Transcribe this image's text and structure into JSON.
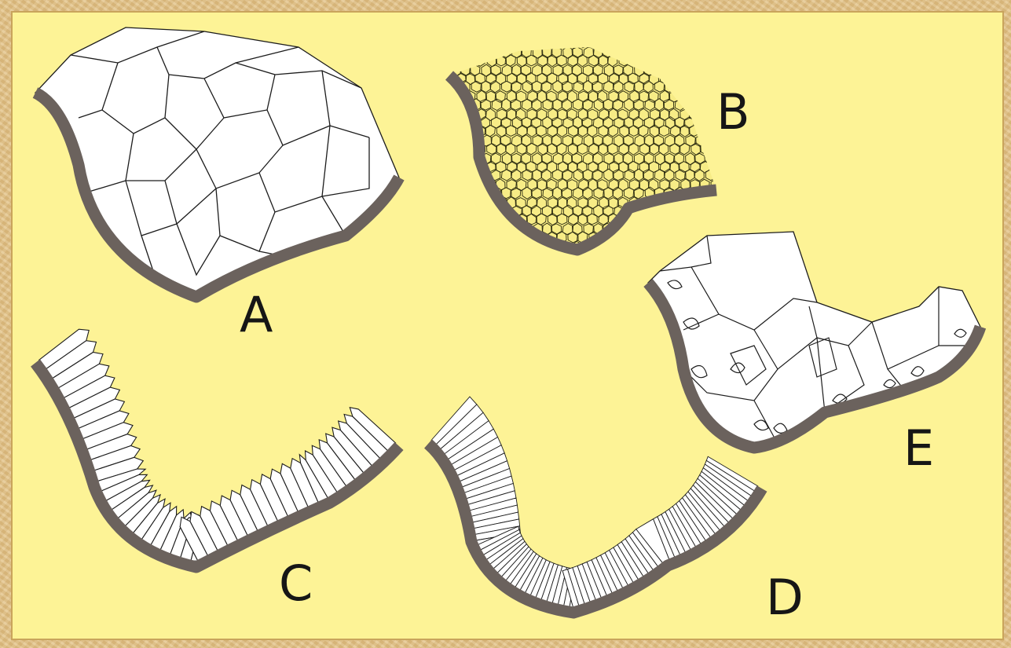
{
  "labels": {
    "a": "A",
    "b": "B",
    "c": "C",
    "d": "D",
    "e": "E"
  },
  "colors": {
    "background": "#fdf396",
    "border": "#e3c48a",
    "membrane": "#6b625d",
    "cell_fill": "#ffffff",
    "cell_fill_small": "#f7ec86",
    "outline": "#1c1c1c"
  }
}
